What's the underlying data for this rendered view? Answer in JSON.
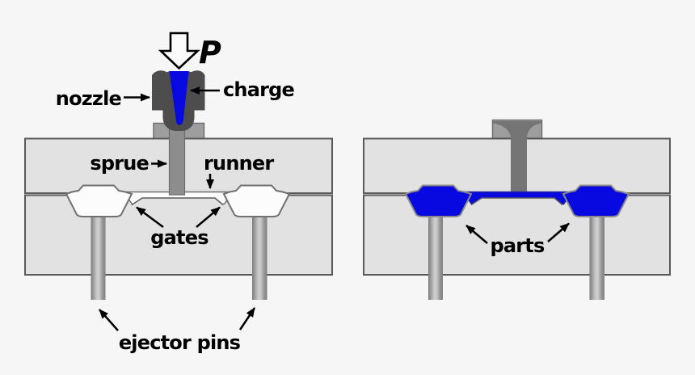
{
  "colors": {
    "background": "#f6f6f6",
    "mold_block": "#e2e2e2",
    "block_border": "#5a5a5a",
    "nozzle_dark": "#4d4d4d",
    "material_blue": "#0808e0",
    "bushing_gray": "#9e9e9e",
    "sprue_channel": "#8d8d8d",
    "funnel_dark": "#757575",
    "cavity_white": "#fcfcfc",
    "label_black": "#000000"
  },
  "left_diagram": {
    "pressure_symbol": "P",
    "labels": {
      "nozzle": "nozzle",
      "charge": "charge",
      "sprue": "sprue",
      "runner": "runner",
      "gates": "gates",
      "ejector_pins": "ejector pins"
    }
  },
  "right_diagram": {
    "labels": {
      "parts": "parts"
    }
  }
}
